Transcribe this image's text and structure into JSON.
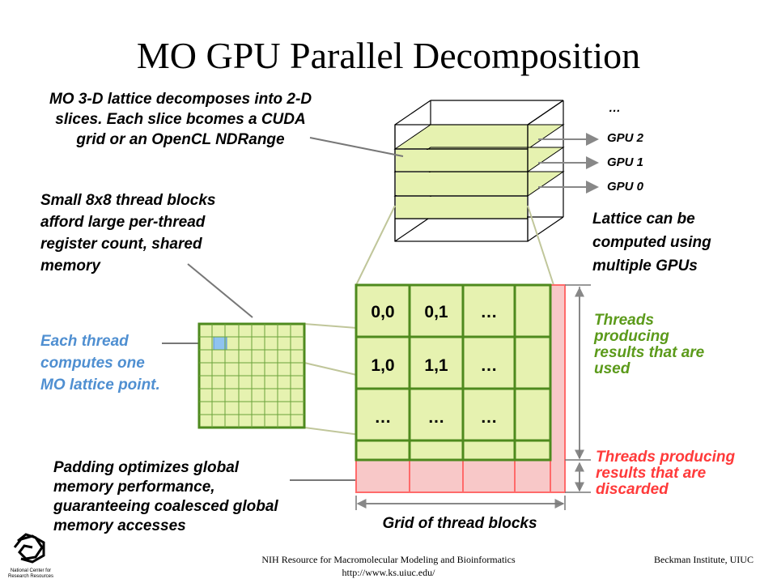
{
  "title": "MO GPU Parallel Decomposition",
  "notes": {
    "lattice_decomp": "MO 3-D lattice decomposes into 2-D slices.  Each slice bcomes a CUDA grid or an OpenCL NDRange",
    "small_blocks": "Small 8x8 thread blocks afford large per-thread register count, shared memory",
    "each_thread": "Each thread computes one MO lattice point.",
    "lattice_multi_gpu": "Lattice can be computed using multiple GPUs",
    "threads_used": "Threads producing results that are used",
    "threads_discarded": "Threads producing results that are discarded",
    "padding": "Padding optimizes global memory performance, guaranteeing coalesced global memory accesses",
    "grid_label": "Grid of thread blocks"
  },
  "gpu_labels": [
    "…",
    "GPU 2",
    "GPU 1",
    "GPU 0"
  ],
  "grid_cells": [
    [
      "0,0",
      "0,1",
      "…"
    ],
    [
      "1,0",
      "1,1",
      "…"
    ],
    [
      "…",
      "…",
      "…"
    ]
  ],
  "footer": {
    "left_line1": "NIH Resource for Macromolecular Modeling and Bioinformatics",
    "left_line2": "http://www.ks.uiuc.edu/",
    "right": "Beckman Institute, UIUC"
  },
  "colors": {
    "slice_fill": "#e6f2b0",
    "grid_green": "#4e8a1e",
    "pad_fill": "#f8c8c8",
    "pad_line": "#ff6a6a",
    "highlight": "#8fc3f0",
    "connector": "#c0c69a"
  }
}
